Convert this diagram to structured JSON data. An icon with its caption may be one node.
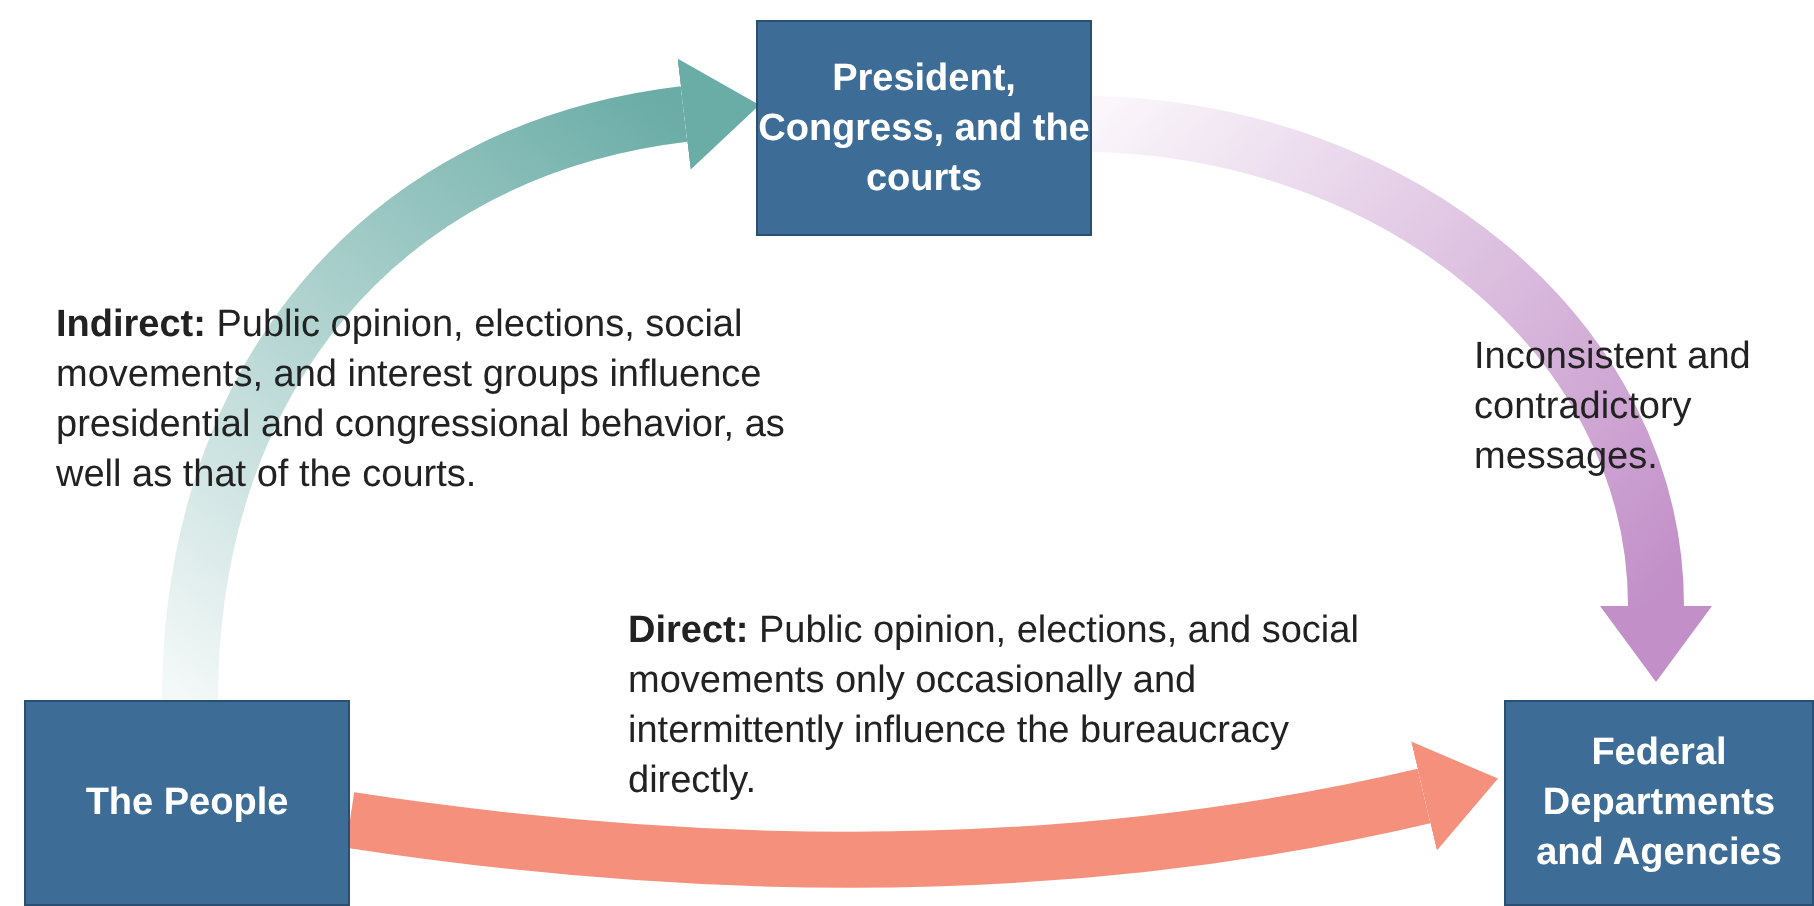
{
  "diagram": {
    "nodes": [
      {
        "text": [
          "The People"
        ]
      },
      {
        "text": [
          "President, Congress, and the courts"
        ]
      },
      {
        "text": [
          "Federal Departments and Agencies"
        ]
      }
    ],
    "edges": [
      {
        "from": 0,
        "to": 1,
        "arrow": "to",
        "color": "#6aaca6",
        "label": "**Indirect:** Public opinion, elections, social movements, and interest groups influence presidential and congressional behavior, as well as that of the courts."
      },
      {
        "from": 1,
        "to": 2,
        "arrow": "to",
        "color": "#c28fc8",
        "label": "Inconsistent and contradictory messages."
      },
      {
        "from": 0,
        "to": 2,
        "arrow": "to",
        "color": "#f5907c",
        "label": "**Direct:** Public opinion, elections, and social movements only occasionally and intermittently influence the bureaucracy directly."
      }
    ]
  }
}
